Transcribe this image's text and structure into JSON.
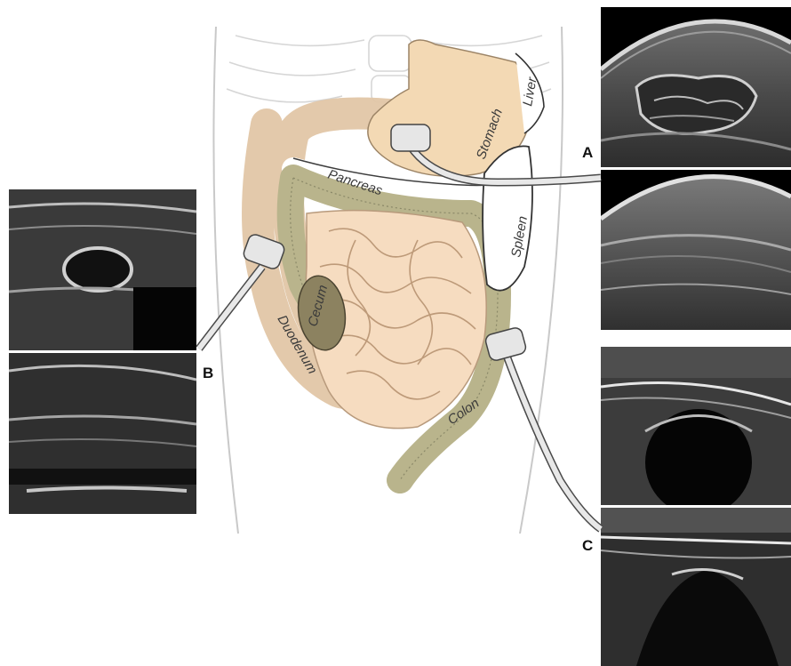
{
  "labels": {
    "liver": "Liver",
    "stomach": "Stomach",
    "pancreas": "Pancreas",
    "spleen": "Spleen",
    "cecum": "Cecum",
    "duodenum": "Duodenum",
    "colon": "Colon"
  },
  "probe_letters": {
    "a": "A",
    "b": "B",
    "c": "C"
  },
  "colors": {
    "stomach": "#f3d9b4",
    "bowel": "#f6dcc0",
    "colon": "#b9b48c",
    "probe": "#d9d9d9",
    "background": "#ffffff",
    "ultrasound": "#0b0b0b"
  }
}
